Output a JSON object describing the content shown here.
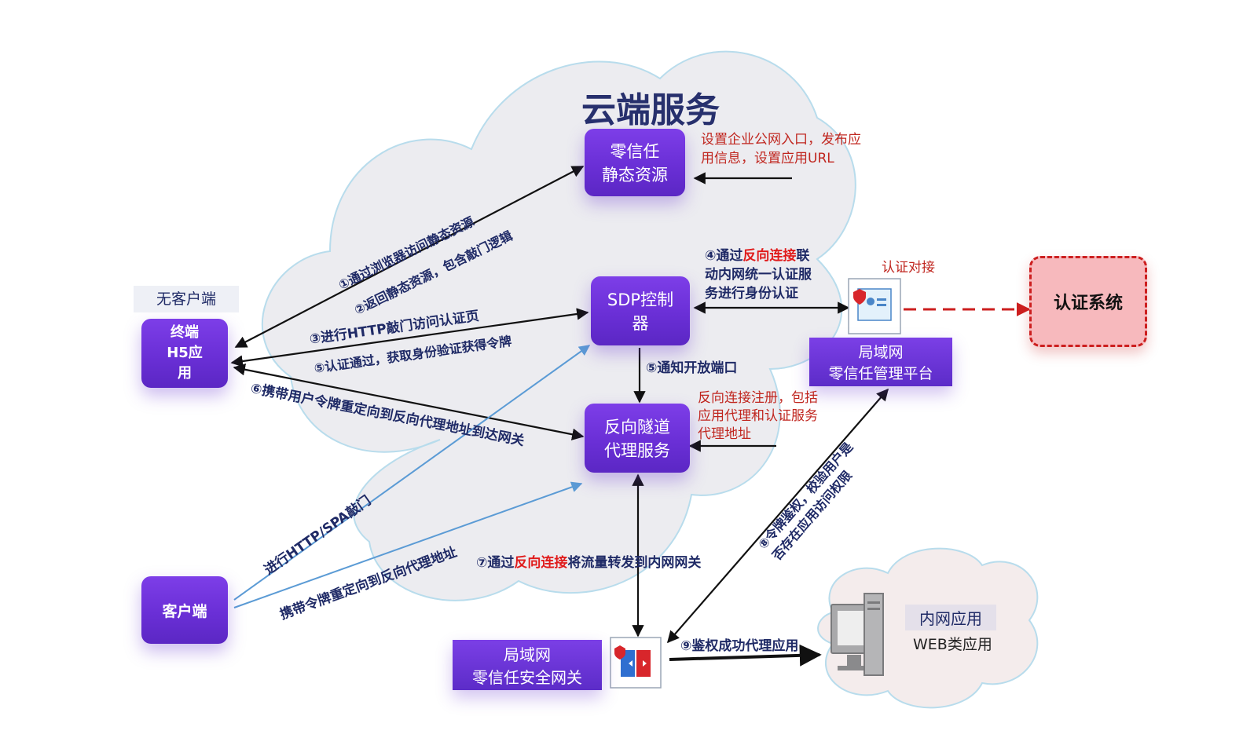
{
  "cloud_title": "云端服务",
  "nodes": {
    "static_resource": "零信任\n静态资源",
    "sdp_controller": "SDP控制\n器",
    "reverse_tunnel": "反向隧道\n代理服务",
    "terminal_h5": "终端\nH5应\n用",
    "client": "客户端",
    "mgmt_platform": "局域网\n零信任管理平台",
    "security_gateway": "局域网\n零信任安全网关",
    "auth_system": "认证系统",
    "intranet_app_title": "内网应用",
    "intranet_app_sub": "WEB类应用"
  },
  "labels": {
    "no_client": "无客户端",
    "auth_docking": "认证对接",
    "publish_info": "设置企业公网入口，发布应\n用信息，设置应用URL",
    "reverse_register": "反向连接注册，包括\n应用代理和认证服务\n代理地址",
    "step1": "①通过浏览器访问静态资源",
    "step2": "②返回静态资源，包含敲门逻辑",
    "step3": "③进行HTTP敲门访问认证页",
    "step4_pre": "④通过",
    "step4_red": "反向连接",
    "step4_post": "联",
    "step4_line2": "动内网统一认证服",
    "step4_line3": "务进行身份认证",
    "step5a": "⑤认证通过，获取身份验证获得令牌",
    "step5b": "⑤通知开放端口",
    "step6": "⑥携带用户令牌重定向到反向代理地址到达网关",
    "step7_pre": "⑦通过",
    "step7_red": "反向连接",
    "step7_post": "将流量转发到内网网关",
    "step8_line1": "⑧令牌鉴权，校验用户是",
    "step8_line2": "否存在应用访问权限",
    "step9": "⑨鉴权成功代理应用",
    "client_knock": "进行HTTP/SPA敲门",
    "client_redirect": "携带令牌重定向到反向代理地址"
  },
  "colors": {
    "purple_box": "#6a2fd6",
    "navy_text": "#1f2a66",
    "red_text": "#c0261f",
    "bright_red": "#e01b1b",
    "cloud_fill": "#ececf0",
    "cloud_stroke": "#b8dcec",
    "auth_fill": "#f7b9bd",
    "blue_arrow": "#5b9bd5"
  }
}
